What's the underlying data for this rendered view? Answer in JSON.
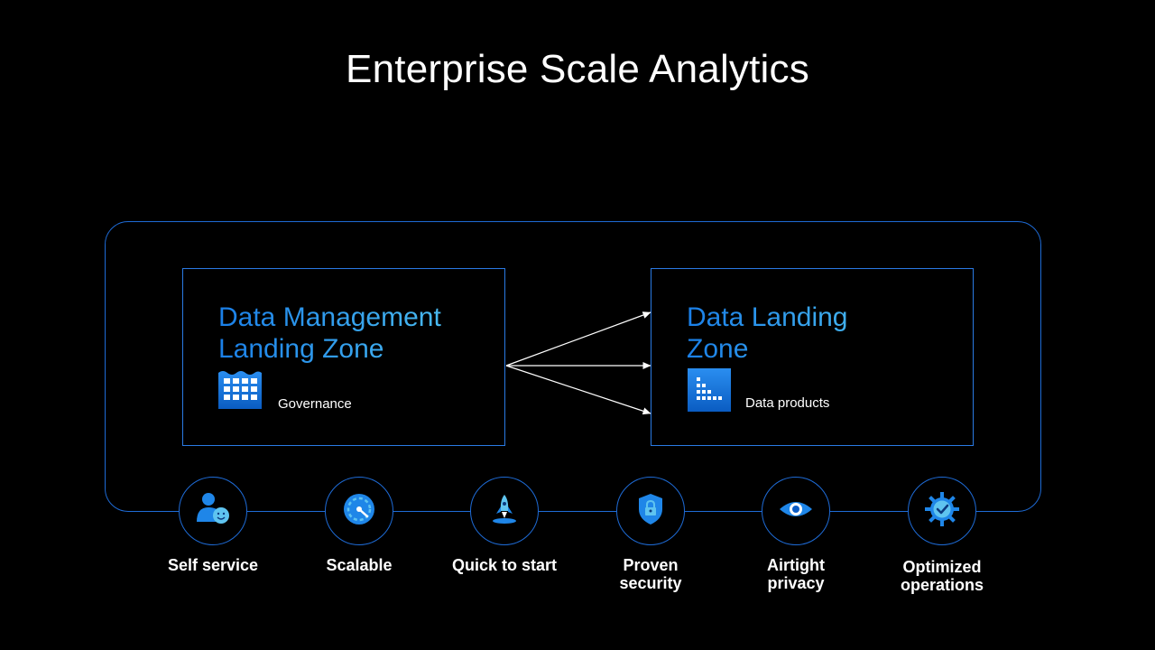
{
  "title": "Enterprise Scale Analytics",
  "zones": {
    "data_management": {
      "title_line1": "Data Management",
      "title_line2": "Landing Zone",
      "subtitle": "Governance",
      "icon": "governance-grid-icon"
    },
    "data_landing": {
      "title_line1": "Data Landing",
      "title_line2": "Zone",
      "subtitle": "Data products",
      "icon": "data-products-icon"
    }
  },
  "features": [
    {
      "label_line1": "Self service",
      "label_line2": "",
      "icon": "user-smile-icon"
    },
    {
      "label_line1": "Scalable",
      "label_line2": "",
      "icon": "gauge-icon"
    },
    {
      "label_line1": "Quick to start",
      "label_line2": "",
      "icon": "rocket-icon"
    },
    {
      "label_line1": "Proven",
      "label_line2": "security",
      "icon": "shield-lock-icon"
    },
    {
      "label_line1": "Airtight",
      "label_line2": "privacy",
      "icon": "eye-icon"
    },
    {
      "label_line1": "Optimized",
      "label_line2": "operations",
      "icon": "gear-check-icon"
    }
  ],
  "colors": {
    "background": "#000000",
    "accent": "#1e6bd6",
    "accent_light": "#52c6f2",
    "text": "#ffffff"
  }
}
